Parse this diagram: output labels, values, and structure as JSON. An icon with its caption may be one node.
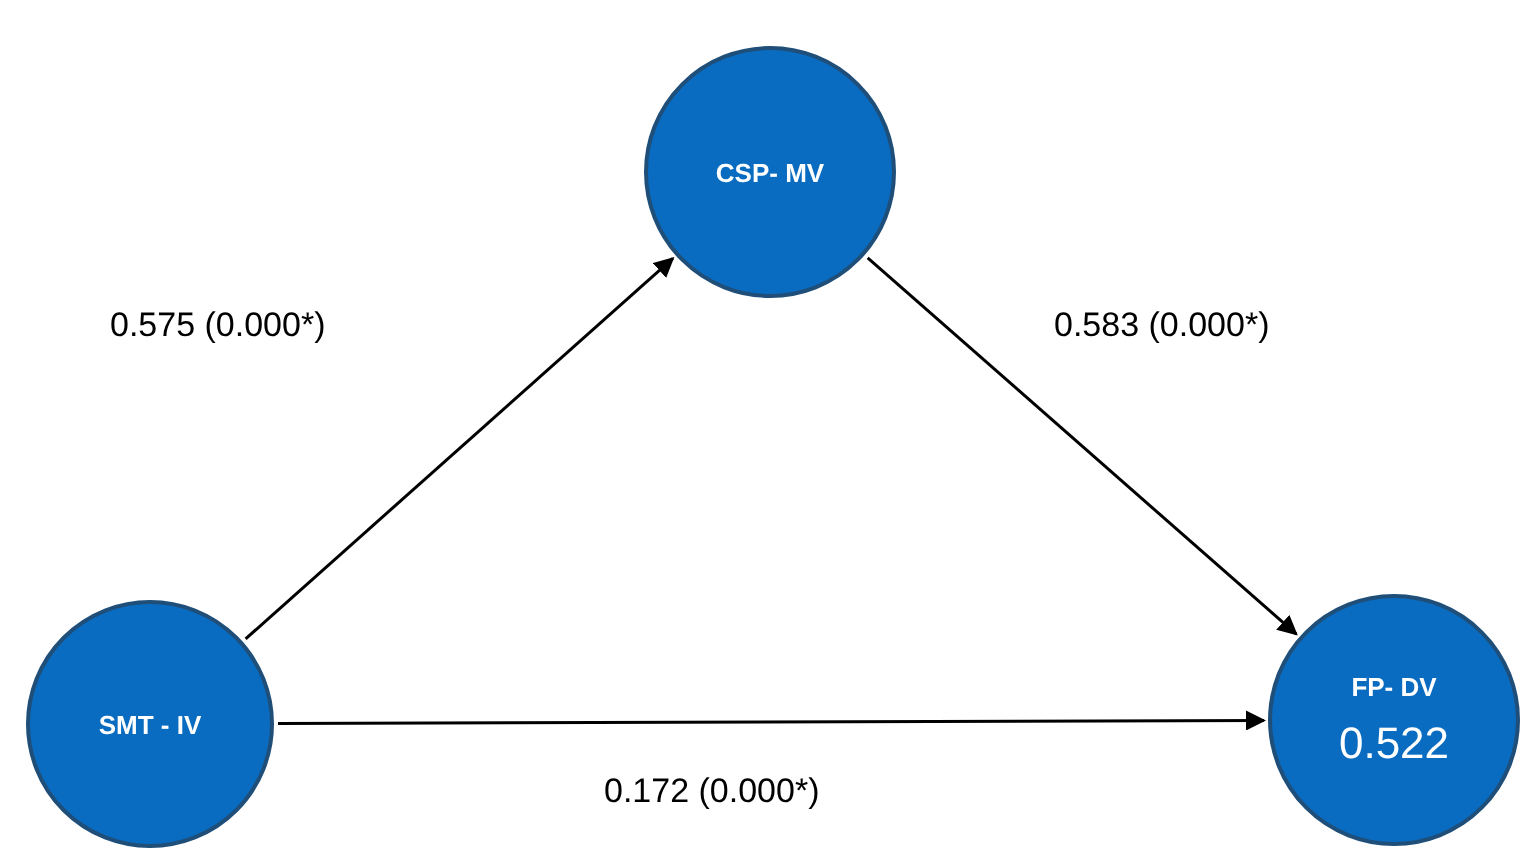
{
  "diagram": {
    "nodes": [
      {
        "text": [
          "CSP- MV"
        ]
      },
      {
        "text": [
          "SMT - IV"
        ]
      },
      {
        "text": [
          "FP- DV",
          "0.522"
        ]
      }
    ],
    "edges": [
      {
        "from": 1,
        "to": 0,
        "arrow": "to",
        "label": "0.575 (0.000*)"
      },
      {
        "from": 0,
        "to": 2,
        "arrow": "to",
        "label": "0.583 (0.000*)"
      },
      {
        "from": 1,
        "to": 2,
        "arrow": "to",
        "label": "0.172 (0.000*)"
      }
    ]
  }
}
